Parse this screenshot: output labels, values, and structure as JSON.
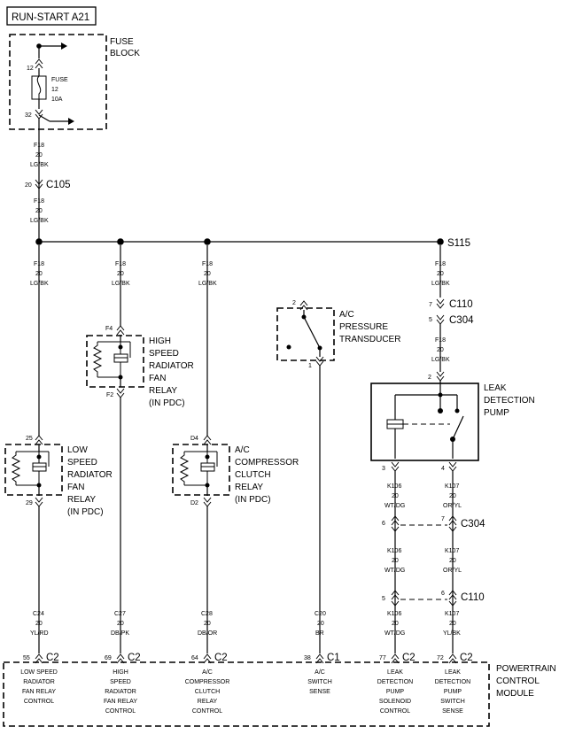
{
  "title": "RUN-START A21",
  "fuse_block": {
    "label_line1": "FUSE",
    "label_line2": "BLOCK",
    "pin_in": "12",
    "pin_out": "32",
    "fuse_label": "FUSE",
    "fuse_number": "12",
    "fuse_rating": "10A"
  },
  "wire_f18": {
    "circuit": "F18",
    "gauge": "20",
    "color": "LG/BK"
  },
  "connector_c105": {
    "pin": "20",
    "name": "C105"
  },
  "splice": {
    "name": "S115"
  },
  "connectors": {
    "c110_pin_a": "7",
    "c110_name_a": "C110",
    "c304_pin_a": "5",
    "c304_name_a": "C304",
    "c304_pin_b1": "6",
    "c304_pin_b2": "7",
    "c304_name_b": "C304",
    "c110_pin_b1": "5",
    "c110_pin_b2": "6",
    "c110_name_b": "C110"
  },
  "high_speed_relay": {
    "pin_top": "F4",
    "pin_bottom": "F2",
    "label": [
      "HIGH",
      "SPEED",
      "RADIATOR",
      "FAN",
      "RELAY",
      "(IN PDC)"
    ]
  },
  "low_speed_relay": {
    "pin_top": "25",
    "pin_bottom": "29",
    "label": [
      "LOW",
      "SPEED",
      "RADIATOR",
      "FAN",
      "RELAY",
      "(IN PDC)"
    ]
  },
  "ac_clutch_relay": {
    "pin_top": "D4",
    "pin_bottom": "D2",
    "label": [
      "A/C",
      "COMPRESSOR",
      "CLUTCH",
      "RELAY",
      "(IN PDC)"
    ]
  },
  "ac_transducer": {
    "pin_top": "2",
    "pin_bottom": "1",
    "label": [
      "A/C",
      "PRESSURE",
      "TRANSDUCER"
    ]
  },
  "leak_pump": {
    "pin_top": "2",
    "pin_left": "3",
    "pin_right": "4",
    "label": [
      "LEAK",
      "DETECTION",
      "PUMP"
    ]
  },
  "wires": {
    "k106": {
      "circuit": "K106",
      "gauge": "20",
      "color": "WT/DG"
    },
    "k107_a": {
      "circuit": "K107",
      "gauge": "20",
      "color": "OR/YL"
    },
    "k107_b": {
      "circuit": "K107",
      "gauge": "20",
      "color": "YL/BK"
    },
    "c24": {
      "circuit": "C24",
      "gauge": "20",
      "color": "YL/RD"
    },
    "c27": {
      "circuit": "C27",
      "gauge": "20",
      "color": "DB/PK"
    },
    "c28": {
      "circuit": "C28",
      "gauge": "20",
      "color": "DB/OR"
    },
    "c20": {
      "circuit": "C20",
      "gauge": "20",
      "color": "BR"
    }
  },
  "pcm": {
    "label": [
      "POWERTRAIN",
      "CONTROL",
      "MODULE"
    ],
    "pins": [
      {
        "pin": "55",
        "conn": "C2",
        "desc": [
          "LOW SPEED",
          "RADIATOR",
          "FAN RELAY",
          "CONTROL"
        ]
      },
      {
        "pin": "69",
        "conn": "C2",
        "desc": [
          "HIGH",
          "SPEED",
          "RADIATOR",
          "FAN RELAY",
          "CONTROL"
        ]
      },
      {
        "pin": "64",
        "conn": "C2",
        "desc": [
          "A/C",
          "COMPRESSOR",
          "CLUTCH",
          "RELAY",
          "CONTROL"
        ]
      },
      {
        "pin": "38",
        "conn": "C1",
        "desc": [
          "A/C",
          "SWITCH",
          "SENSE"
        ]
      },
      {
        "pin": "77",
        "conn": "C2",
        "desc": [
          "LEAK",
          "DETECTION",
          "PUMP",
          "SOLENOID",
          "CONTROL"
        ]
      },
      {
        "pin": "72",
        "conn": "C2",
        "desc": [
          "LEAK",
          "DETECTION",
          "PUMP",
          "SWITCH",
          "SENSE"
        ]
      }
    ]
  }
}
